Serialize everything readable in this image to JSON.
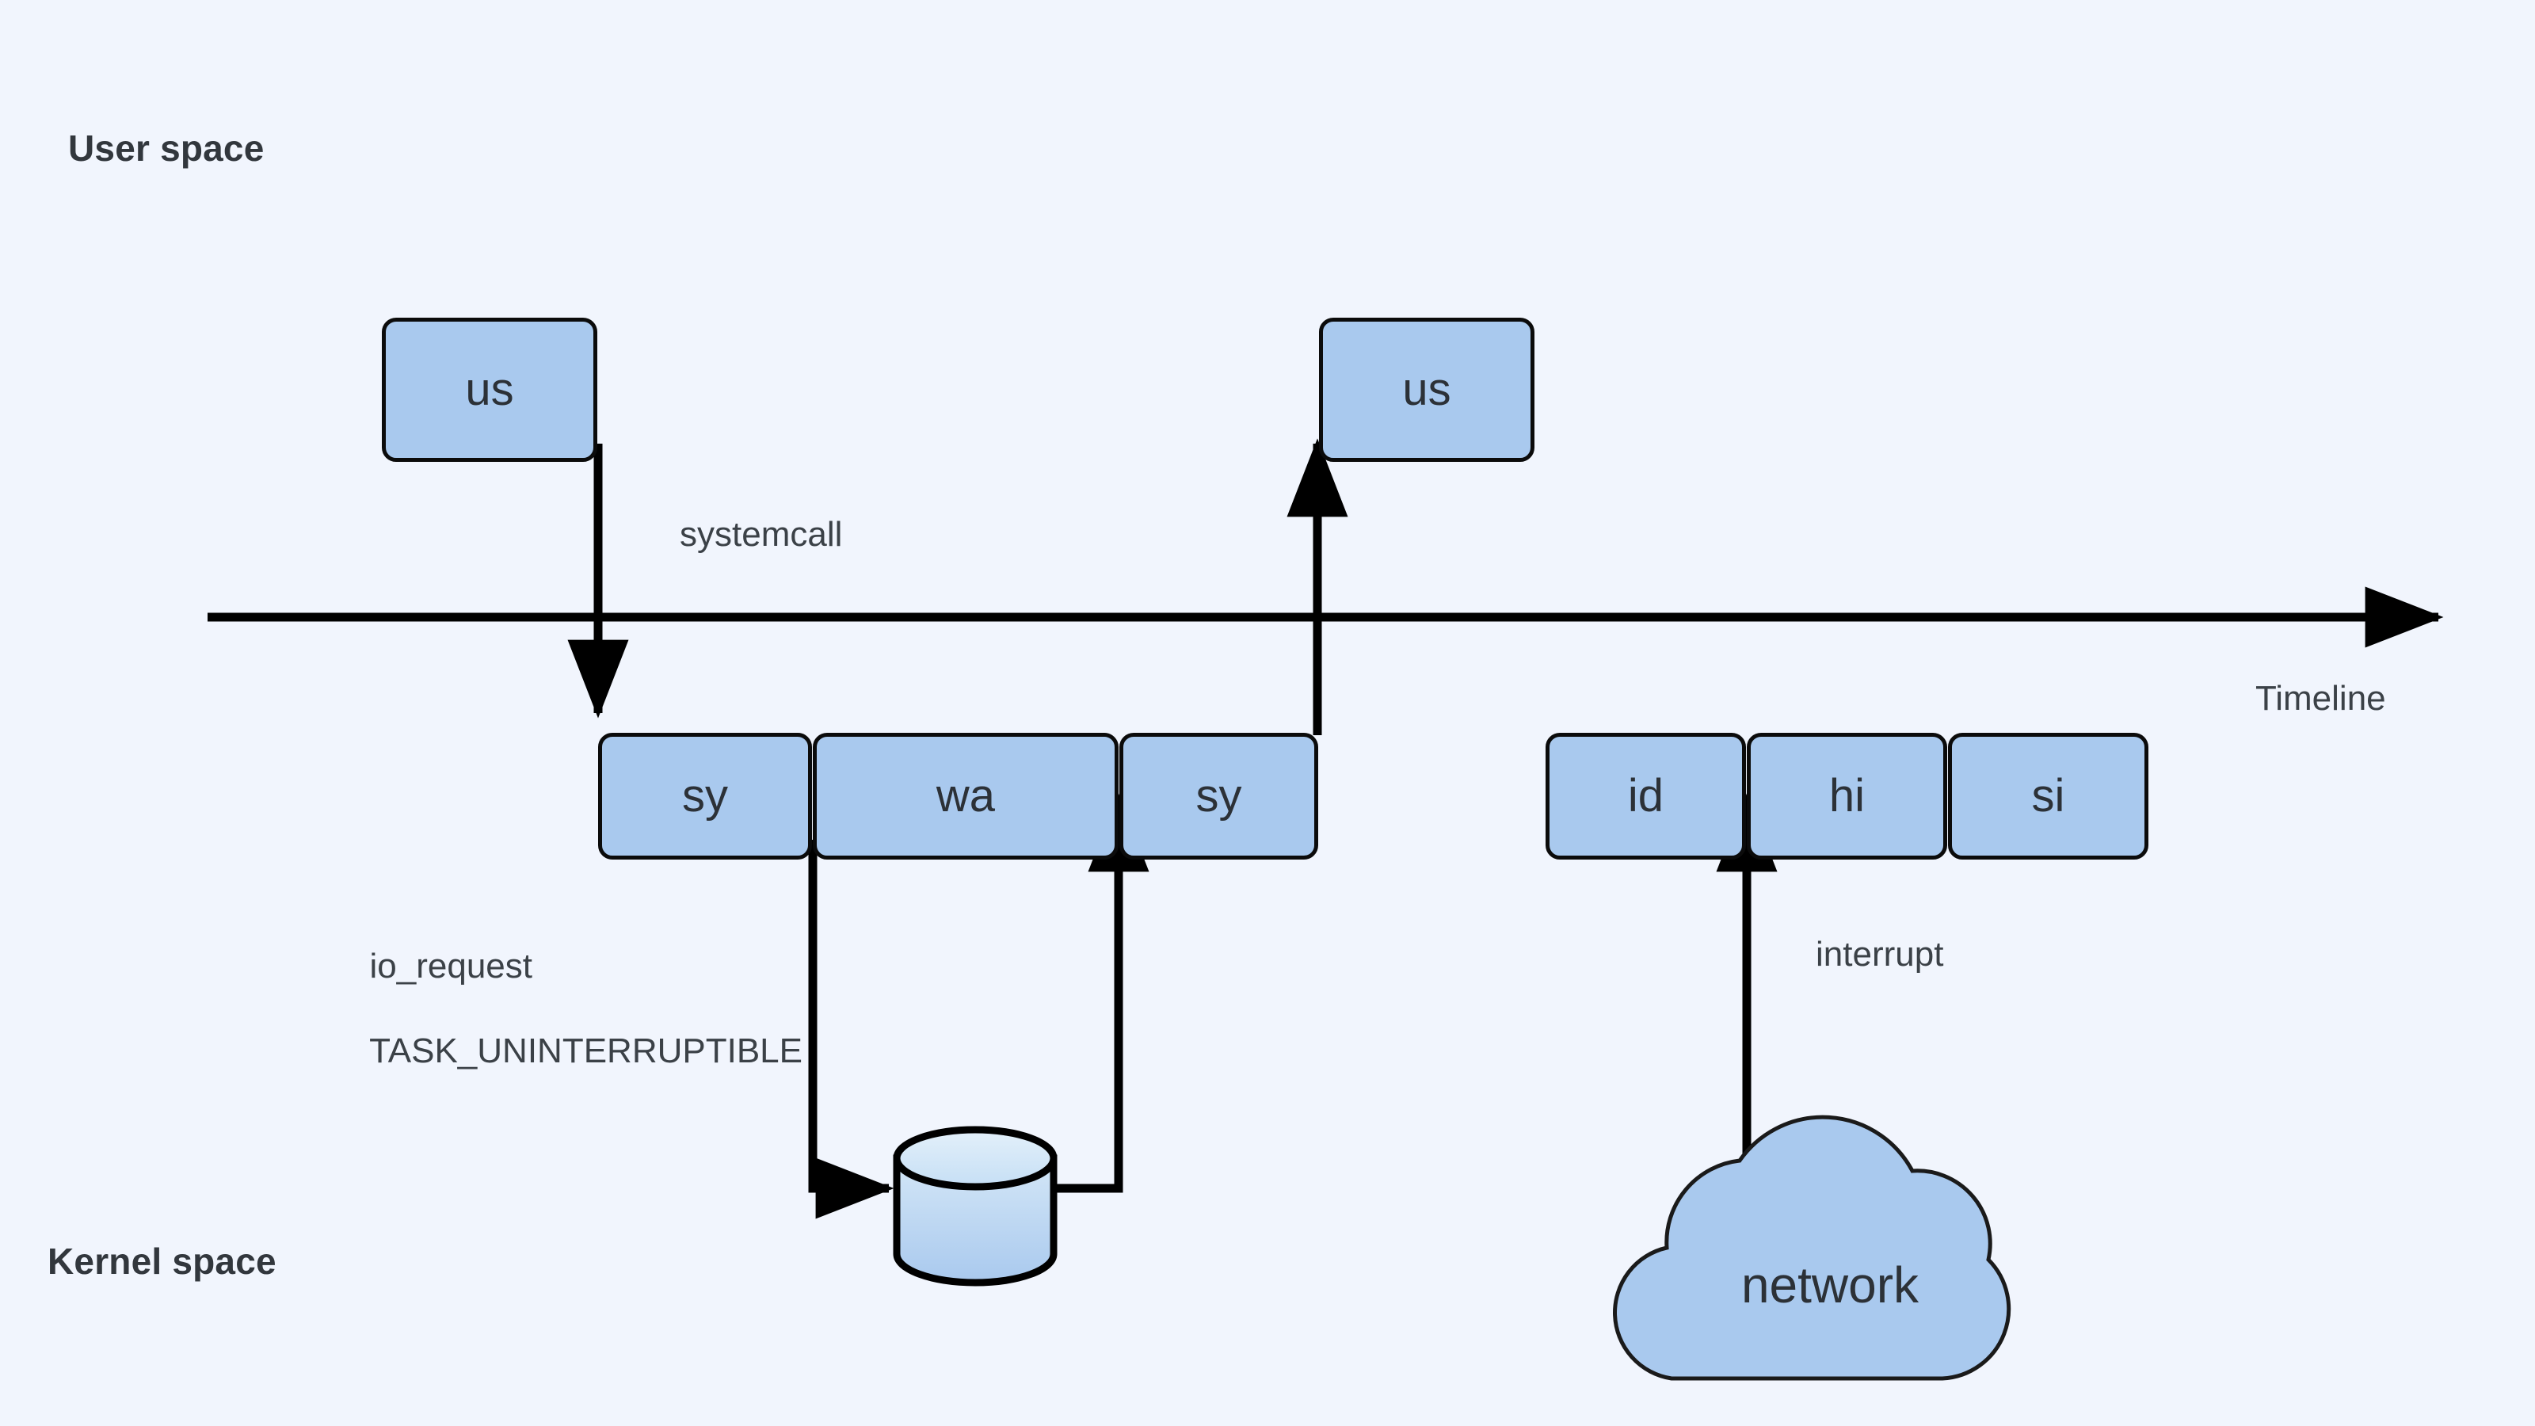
{
  "diagram": {
    "title_hidden": "",
    "background_color": "#f1f5fd",
    "node_fill": "#a9c9ee",
    "node_stroke": "#0b0b0b",
    "text_color": "#2c3137",
    "sections": {
      "user_space": "User space",
      "kernel_space": "Kernel space"
    },
    "axis": {
      "label": "Timeline"
    },
    "user_nodes": [
      {
        "id": "us-left",
        "label": "us"
      },
      {
        "id": "us-right",
        "label": "us"
      }
    ],
    "kernel_nodes_left": [
      {
        "id": "sy-1",
        "label": "sy"
      },
      {
        "id": "wa",
        "label": "wa"
      },
      {
        "id": "sy-2",
        "label": "sy"
      }
    ],
    "kernel_nodes_right": [
      {
        "id": "id",
        "label": "id"
      },
      {
        "id": "hi",
        "label": "hi"
      },
      {
        "id": "si",
        "label": "si"
      }
    ],
    "storage_node": {
      "id": "disk",
      "label": ""
    },
    "cloud_node": {
      "id": "network",
      "label": "network"
    },
    "edge_labels": {
      "systemcall": "systemcall",
      "io_request": "io_request",
      "task_state": "TASK_UNINTERRUPTIBLE",
      "interrupt": "interrupt"
    }
  }
}
